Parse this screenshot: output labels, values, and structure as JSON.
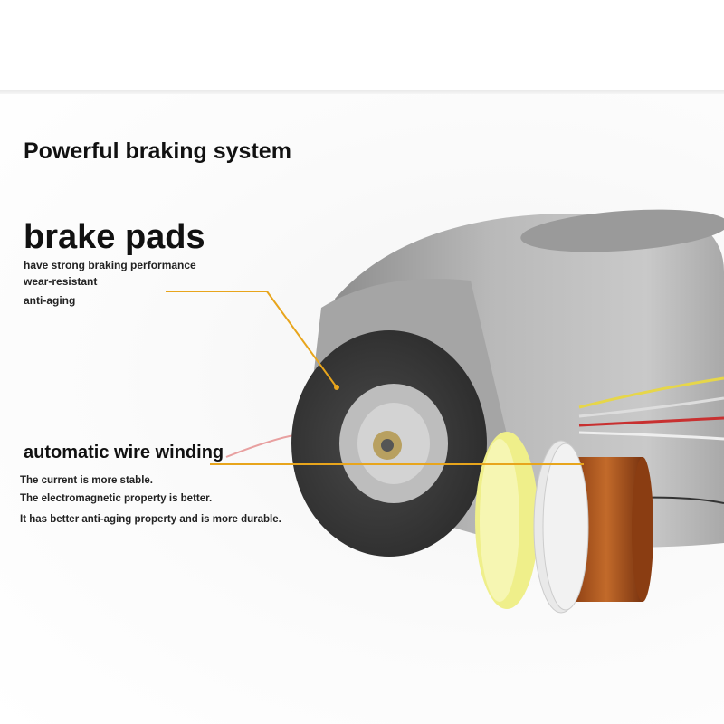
{
  "title": "Powerful braking system",
  "brake_pads": {
    "heading": "brake pads",
    "points": [
      "have strong braking performance",
      "wear-resistant",
      "anti-aging"
    ]
  },
  "wire_winding": {
    "heading": "automatic wire winding",
    "points": [
      "The current is more stable.",
      "The electromagnetic property is better.",
      "It has better anti-aging property and is more durable."
    ]
  },
  "colors": {
    "callout_line": "#e8a51c",
    "brake_pad": "#3a3a3a",
    "yellow_spool": "#efef8a",
    "copper_coil": "#b0541c"
  }
}
